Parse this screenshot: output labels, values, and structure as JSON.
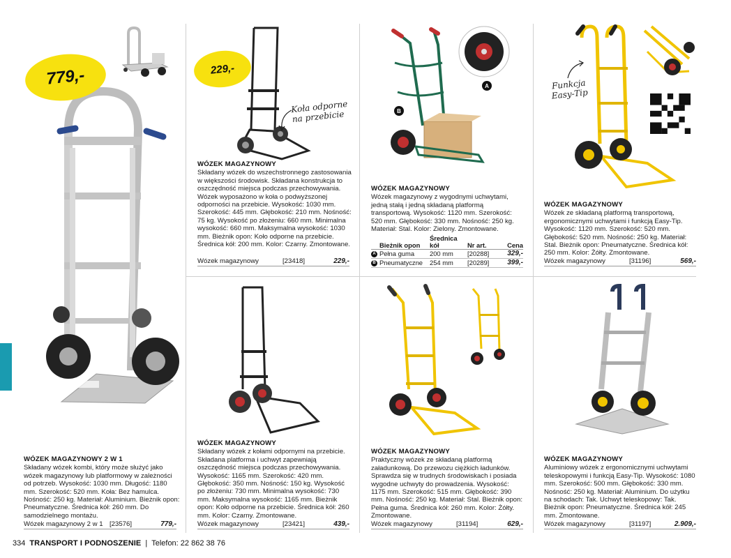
{
  "page_number": "334",
  "section": "TRANSPORT I PODNOSZENIE",
  "separator": "|",
  "phone": "Telefon: 22 862 38 76",
  "colors": {
    "badge_yellow": "#f7e10f",
    "section_tab": "#1a9bb0"
  },
  "badges": {
    "big": "779,-",
    "small": "229,-"
  },
  "annotations": {
    "puncture": "Koła odporne\nna przebicie",
    "easytip": "Funkcja\nEasy-Tip"
  },
  "markers": {
    "a": "A",
    "b": "B"
  },
  "products": [
    {
      "title": "WÓZEK MAGAZYNOWY 2 W 1",
      "description": "Składany wózek kombi, który może służyć jako wózek magazynowy lub platformowy w zależności od potrzeb. Wysokość: 1030 mm. Długość: 1180 mm. Szerokość: 520 mm. Koła: Bez hamulca. Nośność: 250 kg. Materiał: Aluminium. Bieżnik opon: Pneumatyczne. Średnica kół: 260 mm. Do samodzielnego montażu.",
      "price_name": "Wózek magazynowy 2 w 1",
      "code": "[23576]",
      "price": "779,-"
    },
    {
      "title": "WÓZEK MAGAZYNOWY",
      "description": "Składany wózek do wszechstronnego zastosowania w większości środowisk. Składana konstrukcja to oszczędność miejsca podczas przechowywania. Wózek wyposażono w koła o podwyższonej odporności na przebicie. Wysokość: 1030 mm. Szerokość: 445 mm. Głębokość: 210 mm. Nośność: 75 kg. Wysokość po złożeniu: 660 mm. Minimalna wysokość: 660 mm. Maksymalna wysokość: 1030 mm. Bieżnik opon: Koło odporne na przebicie. Średnica kół: 200 mm. Kolor: Czarny. Zmontowane.",
      "price_name": "Wózek magazynowy",
      "code": "[23418]",
      "price": "229,-"
    },
    {
      "title": "WÓZEK MAGAZYNOWY",
      "description": "Wózek magazynowy z wygodnymi uchwytami, jedną stałą i jedną składaną platformą transportową. Wysokość: 1120 mm. Szerokość: 520 mm. Głębokość: 330 mm. Nośność: 250 kg. Materiał: Stal. Kolor: Zielony. Zmontowane.",
      "table_headers": [
        "Bieżnik opon",
        "Średnica kół",
        "Nr art.",
        "Cena"
      ],
      "table_rows": [
        {
          "marker": "A",
          "tread": "Pełna guma",
          "diameter": "200 mm",
          "code": "[20288]",
          "price": "329,-"
        },
        {
          "marker": "B",
          "tread": "Pneumatyczne",
          "diameter": "254 mm",
          "code": "[20289]",
          "price": "399,-"
        }
      ]
    },
    {
      "title": "WÓZEK MAGAZYNOWY",
      "description": "Wózek ze składaną platformą transportową, ergonomicznymi uchwytami i funkcją Easy-Tip. Wysokość: 1120 mm. Szerokość: 520 mm. Głębokość: 520 mm. Nośność: 250 kg. Materiał: Stal. Bieżnik opon: Pneumatyczne. Średnica kół: 250 mm. Kolor: Żółty. Zmontowane.",
      "price_name": "Wózek magazynowy",
      "code": "[31196]",
      "price": "569,-"
    },
    {
      "title": "WÓZEK MAGAZYNOWY",
      "description": "Składany wózek z kołami odpornymi na przebicie. Składana platforma i uchwyt zapewniają oszczędność miejsca podczas przechowywania. Wysokość: 1165 mm. Szerokość: 420 mm. Głębokość: 350 mm. Nośność: 150 kg. Wysokość po złożeniu: 730 mm. Minimalna wysokość: 730 mm. Maksymalna wysokość: 1165 mm. Bieżnik opon: Koło odporne na przebicie. Średnica kół: 260 mm. Kolor: Czarny. Zmontowane.",
      "price_name": "Wózek magazynowy",
      "code": "[23421]",
      "price": "439,-"
    },
    {
      "title": "WÓZEK MAGAZYNOWY",
      "description": "Praktyczny wózek ze składaną platformą załadunkową. Do przewozu ciężkich ładunków. Sprawdza się w trudnych środowiskach i posiada wygodne uchwyty do prowadzenia. Wysokość: 1175 mm. Szerokość: 515 mm. Głębokość: 390 mm. Nośność: 250 kg. Materiał: Stal. Bieżnik opon: Pełna guma. Średnica kół: 260 mm. Kolor: Żółty. Zmontowane.",
      "price_name": "Wózek magazynowy",
      "code": "[31194]",
      "price": "629,-"
    },
    {
      "title": "WÓZEK MAGAZYNOWY",
      "description": "Aluminiowy wózek z ergonomicznymi uchwytami teleskopowymi i funkcją Easy-Tip. Wysokość: 1080 mm. Szerokość: 500 mm. Głębokość: 330 mm. Nośność: 250 kg. Materiał: Aluminium. Do użytku na schodach: Tak. Uchwyt teleskopowy: Tak. Bieżnik opon: Pneumatyczne. Średnica kół: 245 mm. Zmontowane.",
      "price_name": "Wózek magazynowy",
      "code": "[31197]",
      "price": "2.909,-"
    }
  ]
}
